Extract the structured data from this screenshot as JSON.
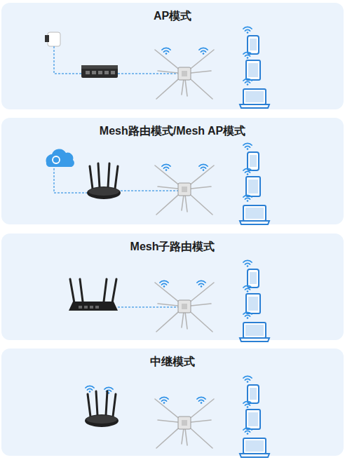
{
  "diagram": {
    "nodes": [
      {
        "text": [
          "AP模式"
        ]
      },
      {
        "text": [
          "Mesh路由模式/Mesh AP模式"
        ]
      },
      {
        "text": [
          "Mesh子路由模式"
        ]
      },
      {
        "text": [
          "中继模式"
        ]
      }
    ]
  }
}
